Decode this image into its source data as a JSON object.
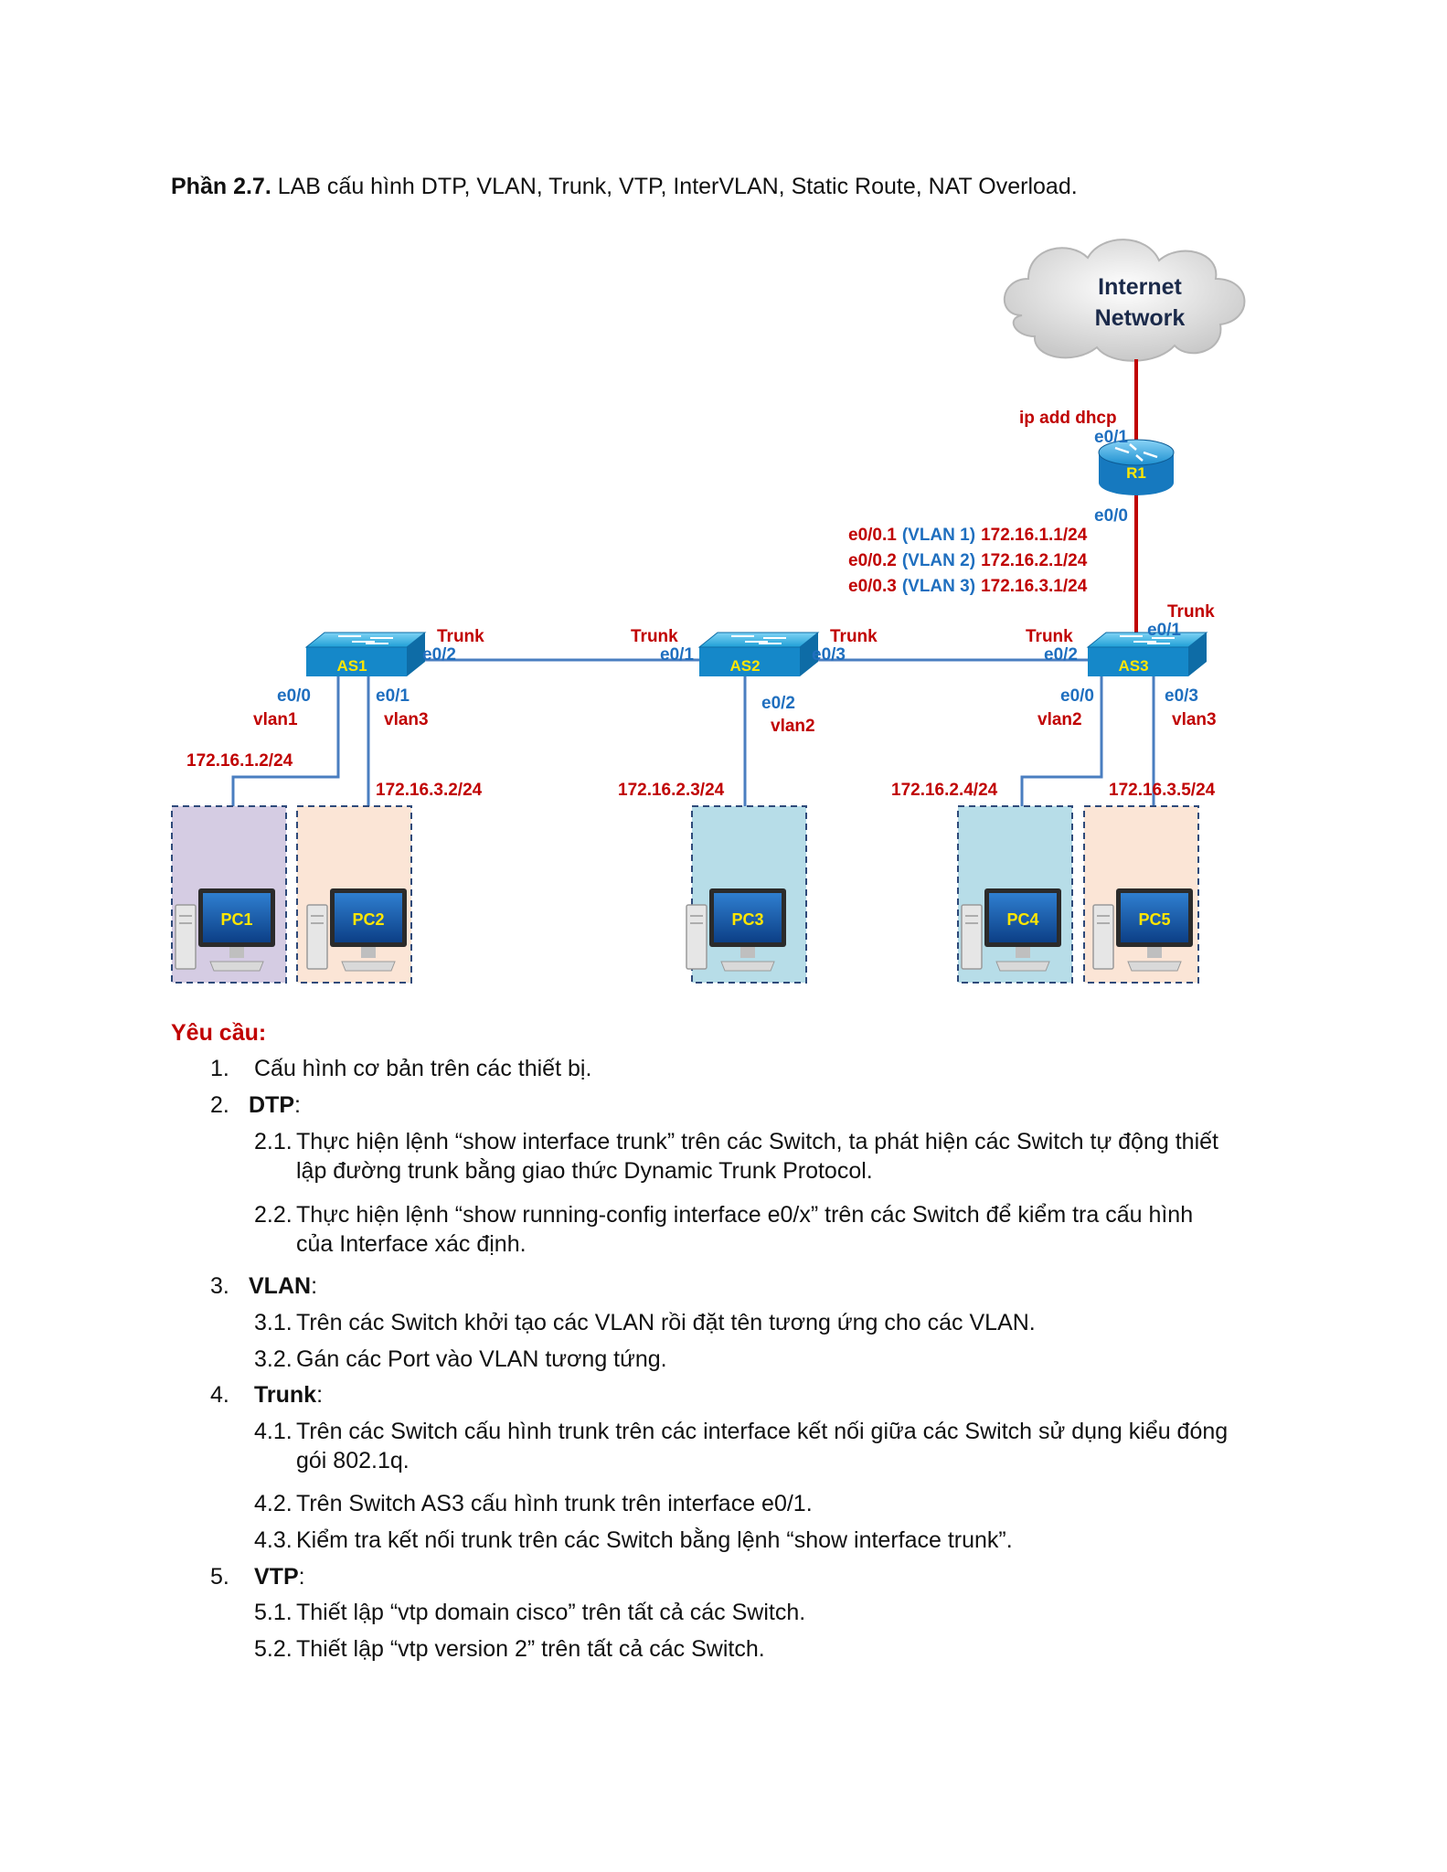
{
  "heading": {
    "prefix": "Phần 2.7.",
    "text": " LAB cấu hình DTP, VLAN, Trunk, VTP, InterVLAN, Static Route, NAT Overload."
  },
  "diagram": {
    "cloud": {
      "line1": "Internet",
      "line2": "Network"
    },
    "router": {
      "name": "R1",
      "wan_note": "ip add dhcp",
      "wan_if": "e0/1",
      "lan_if": "e0/0",
      "subifs": [
        {
          "if": "e0/0.1",
          "vlan": "(VLAN 1)",
          "ip": "172.16.1.1/24"
        },
        {
          "if": "e0/0.2",
          "vlan": "(VLAN 2)",
          "ip": "172.16.2.1/24"
        },
        {
          "if": "e0/0.3",
          "vlan": "(VLAN 3)",
          "ip": "172.16.3.1/24"
        }
      ]
    },
    "switches": [
      {
        "name": "AS1"
      },
      {
        "name": "AS2"
      },
      {
        "name": "AS3"
      }
    ],
    "link_labels": {
      "trunk": "Trunk",
      "as1_e02": "e0/2",
      "as2_e01": "e0/1",
      "as2_e03": "e0/3",
      "as3_e02": "e0/2",
      "as3_e01": "e0/1",
      "as1_e00": "e0/0",
      "as1_e01": "e0/1",
      "as2_e02": "e0/2",
      "as3_e00": "e0/0",
      "as3_e03": "e0/3"
    },
    "vlans": {
      "as1_e00": "vlan1",
      "as1_e01": "vlan3",
      "as2_e02": "vlan2",
      "as3_e00": "vlan2",
      "as3_e03": "vlan3"
    },
    "pcs": [
      {
        "name": "PC1",
        "ip": "172.16.1.2/24",
        "bg": "#d5cce3"
      },
      {
        "name": "PC2",
        "ip": "172.16.3.2/24",
        "bg": "#fbe5d6"
      },
      {
        "name": "PC3",
        "ip": "172.16.2.3/24",
        "bg": "#b7dde8"
      },
      {
        "name": "PC4",
        "ip": "172.16.2.4/24",
        "bg": "#b7dde8"
      },
      {
        "name": "PC5",
        "ip": "172.16.3.5/24",
        "bg": "#fbe5d6"
      }
    ],
    "colors": {
      "red_link": "#c00000",
      "blue_link": "#4a7ec0",
      "switch": "#1fa3d8",
      "router": "#1c8fd0"
    }
  },
  "requirements": {
    "title": "Yêu cầu:",
    "items": [
      {
        "num": "1.",
        "text": "Cấu hình cơ bản trên các thiết bị."
      },
      {
        "num": "2.",
        "bold": "DTP",
        "rest": ":"
      },
      {
        "num": "2.1.",
        "text": "Thực hiện lệnh “show interface trunk” trên các Switch, ta phát hiện các Switch tự động thiết",
        "cont": "lập đường trunk bằng giao thức Dynamic Trunk Protocol."
      },
      {
        "num": "2.2.",
        "text": "Thực hiện lệnh “show running-config interface e0/x” trên các Switch để kiểm tra cấu hình",
        "cont": "của Interface xác định."
      },
      {
        "num": "3.",
        "bold": "VLAN",
        "rest": ":"
      },
      {
        "num": "3.1.",
        "text": "Trên các Switch khởi tạo các VLAN rồi đặt tên tương ứng cho các VLAN."
      },
      {
        "num": "3.2.",
        "text": "Gán các Port vào VLAN tương tứng."
      },
      {
        "num": "4.",
        "bold": "Trunk",
        "rest": ":"
      },
      {
        "num": "4.1.",
        "text": "Trên các Switch cấu hình trunk trên các interface kết nối giữa các Switch sử dụng kiểu đóng",
        "cont": "gói 802.1q."
      },
      {
        "num": "4.2.",
        "text": "Trên Switch AS3 cấu hình trunk trên interface e0/1."
      },
      {
        "num": "4.3.",
        "text": "Kiểm tra kết nối trunk trên các Switch bằng lệnh “show interface trunk”."
      },
      {
        "num": "5.",
        "bold": "VTP",
        "rest": ":"
      },
      {
        "num": "5.1.",
        "text": "Thiết lập “vtp domain cisco” trên tất cả các Switch."
      },
      {
        "num": "5.2.",
        "text": "Thiết lập “vtp version 2” trên tất cả các Switch."
      }
    ]
  }
}
